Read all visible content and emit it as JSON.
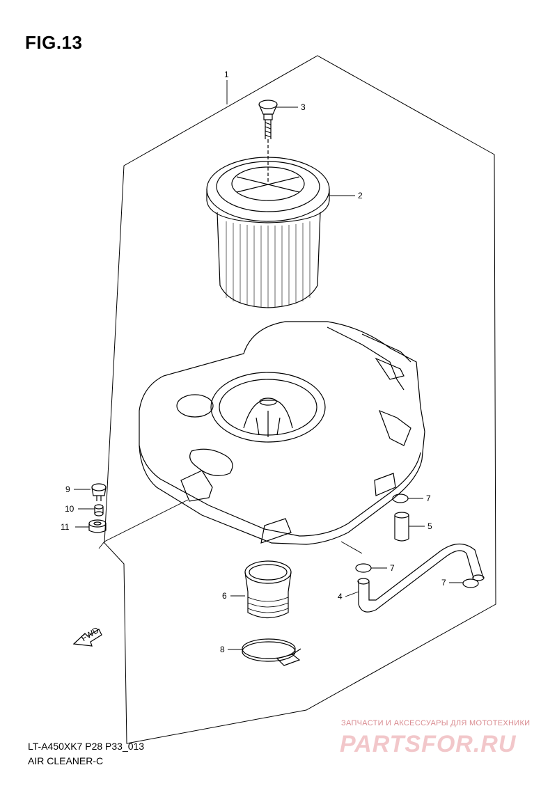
{
  "figure": {
    "title": "FIG.13",
    "model_code": "LT-A450XK7 P28 P33_013",
    "section_name": "AIR CLEANER-C",
    "fwd_label": "FWD"
  },
  "callouts": [
    {
      "id": "c1",
      "label": "1"
    },
    {
      "id": "c2",
      "label": "2"
    },
    {
      "id": "c3",
      "label": "3"
    },
    {
      "id": "c4",
      "label": "4"
    },
    {
      "id": "c5",
      "label": "5"
    },
    {
      "id": "c6",
      "label": "6"
    },
    {
      "id": "c7a",
      "label": "7"
    },
    {
      "id": "c7b",
      "label": "7"
    },
    {
      "id": "c7c",
      "label": "7"
    },
    {
      "id": "c8",
      "label": "8"
    },
    {
      "id": "c9",
      "label": "9"
    },
    {
      "id": "c10",
      "label": "10"
    },
    {
      "id": "c11",
      "label": "11"
    }
  ],
  "watermark": {
    "tagline": "ЗАПЧАСТИ И АКСЕССУАРЫ ДЛЯ МОТОТЕХНИКИ",
    "brand": "PARTSFOR.RU"
  }
}
